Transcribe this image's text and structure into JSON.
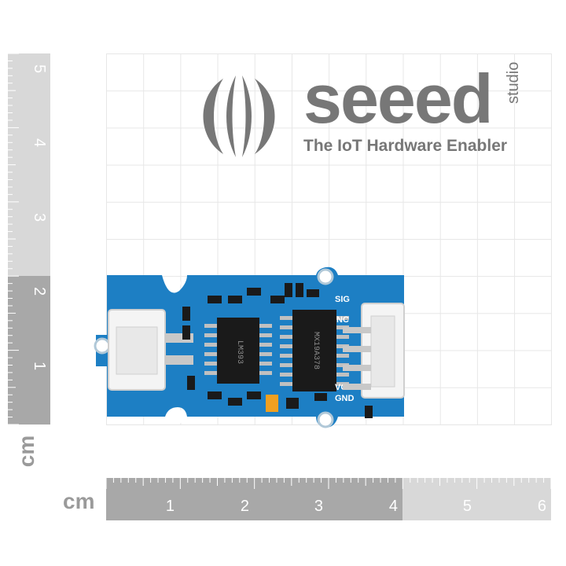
{
  "logo": {
    "wordmark": "seeed",
    "sub_wordmark": "studio",
    "tagline": "The IoT Hardware Enabler",
    "color": "#777777"
  },
  "rulers": {
    "unit": "cm",
    "vertical_ticks": [
      "5",
      "4",
      "3",
      "2",
      "1"
    ],
    "horizontal_ticks": [
      "1",
      "2",
      "3",
      "4",
      "5",
      "6"
    ],
    "ruler_light": "#d8d8d8",
    "ruler_dark": "#a8a8a8"
  },
  "board": {
    "color": "#1d7fc4",
    "silkscreen_labels": [
      "SIG",
      "NC",
      "VCC",
      "GND"
    ],
    "chip_markings": [
      "LM393",
      "MX19A378"
    ]
  }
}
